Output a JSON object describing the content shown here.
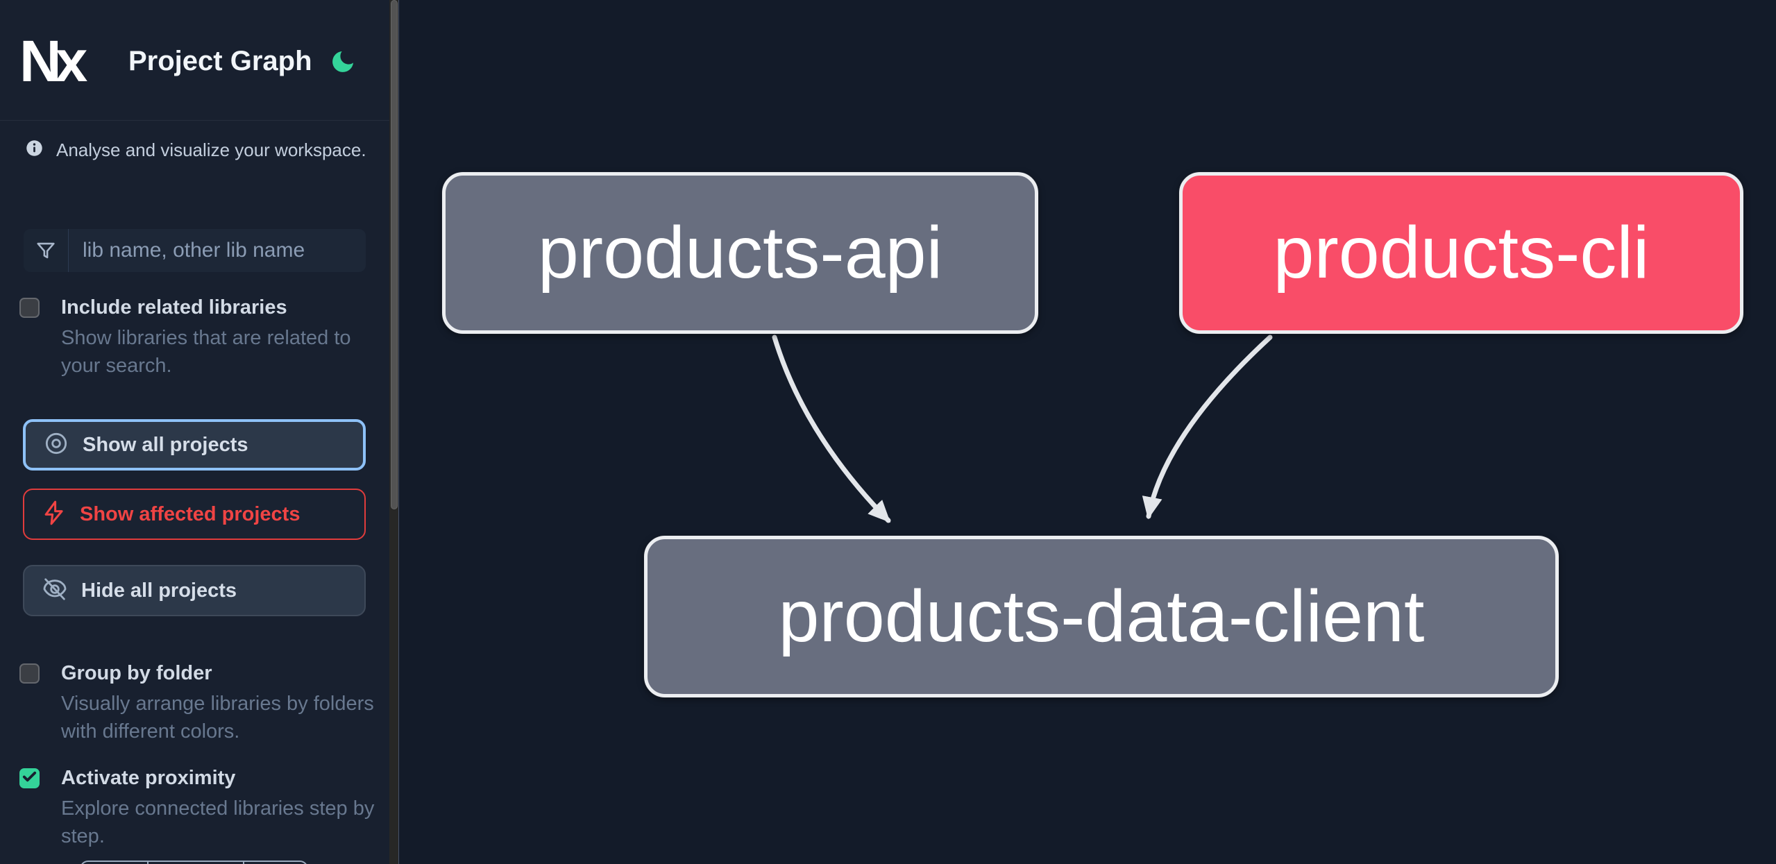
{
  "header": {
    "logo_text": "Nx",
    "title": "Project Graph",
    "theme_icon": "moon-icon"
  },
  "sidebar": {
    "tagline": "Analyse and visualize your workspace.",
    "search": {
      "placeholder": "lib name, other lib name",
      "value": ""
    },
    "include_related": {
      "label": "Include related libraries",
      "description": "Show libraries that are related to your search.",
      "checked": false
    },
    "actions": {
      "show_all": "Show all projects",
      "show_affected": "Show affected projects",
      "hide_all": "Hide all projects"
    },
    "group_by_folder": {
      "label": "Group by folder",
      "description": "Visually arrange libraries by folders with different colors.",
      "checked": false
    },
    "activate_proximity": {
      "label": "Activate proximity",
      "description": "Explore connected libraries step by step.",
      "checked": true
    }
  },
  "graph": {
    "nodes": [
      {
        "label": "products-api",
        "state": "default"
      },
      {
        "label": "products-cli",
        "state": "affected"
      },
      {
        "label": "products-data-client",
        "state": "default"
      }
    ],
    "edges": [
      {
        "source": "products-api",
        "target": "products-data-client"
      },
      {
        "source": "products-cli",
        "target": "products-data-client"
      }
    ]
  },
  "fab": {
    "icon": "download-icon"
  },
  "colors": {
    "sidebar_bg": "#18202f",
    "canvas_bg": "#131b29",
    "node_default": "#686e7f",
    "node_affected": "#f94d68",
    "node_border": "#eceef1",
    "edge": "#e3e6ea",
    "accent_green": "#34d399",
    "focus_blue": "#8ec1f7",
    "affected_red": "#f04444",
    "fab_green": "#30b185"
  }
}
